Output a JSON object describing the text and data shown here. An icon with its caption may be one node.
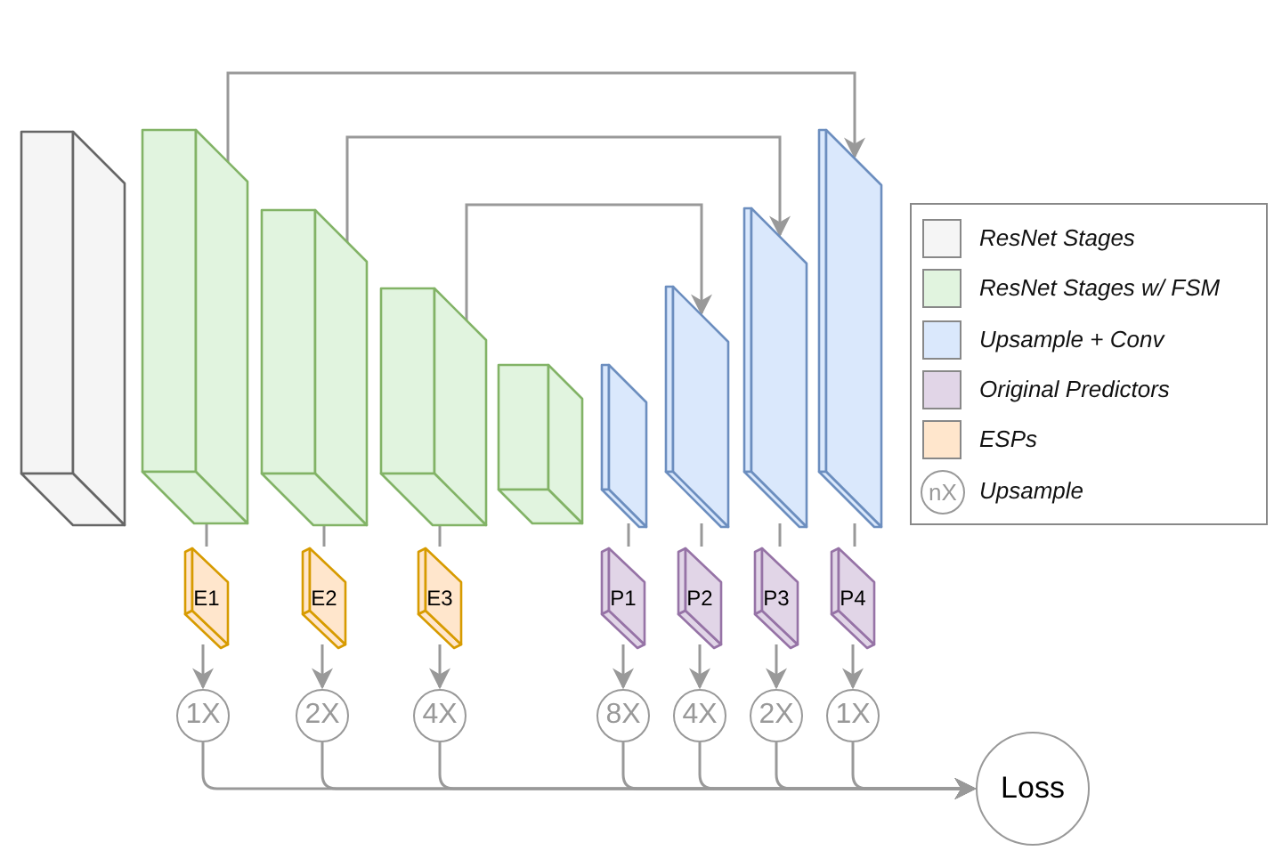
{
  "diagram": {
    "nodes": [
      {
        "text": [],
        "shape": "box"
      },
      {
        "text": [],
        "shape": "box"
      },
      {
        "text": [],
        "shape": "box"
      },
      {
        "text": [],
        "shape": "box"
      },
      {
        "text": [],
        "shape": "box"
      },
      {
        "text": [],
        "shape": "box"
      },
      {
        "text": [],
        "shape": "box"
      },
      {
        "text": [],
        "shape": "box"
      },
      {
        "text": [],
        "shape": "box"
      },
      {
        "text": [
          "E1"
        ]
      },
      {
        "text": [
          "E2"
        ]
      },
      {
        "text": [
          "E3"
        ]
      },
      {
        "text": [
          "P1"
        ]
      },
      {
        "text": [
          "P2"
        ]
      },
      {
        "text": [
          "P3"
        ]
      },
      {
        "text": [
          "P4"
        ]
      },
      {
        "text": [
          "1X"
        ]
      },
      {
        "text": [
          "2X"
        ]
      },
      {
        "text": [
          "4X"
        ]
      },
      {
        "text": [
          "8X"
        ]
      },
      {
        "text": [
          "4X"
        ]
      },
      {
        "text": [
          "2X"
        ]
      },
      {
        "text": [
          "1X"
        ]
      },
      {
        "text": [
          "Loss"
        ]
      }
    ],
    "edges": [
      {
        "from": 1,
        "to": 8,
        "arrow": "to"
      },
      {
        "from": 2,
        "to": 7,
        "arrow": "to"
      },
      {
        "from": 3,
        "to": 6,
        "arrow": "to"
      },
      {
        "from": 1,
        "to": 9,
        "arrow": "none"
      },
      {
        "from": 2,
        "to": 10,
        "arrow": "none"
      },
      {
        "from": 3,
        "to": 11,
        "arrow": "none"
      },
      {
        "from": 5,
        "to": 12,
        "arrow": "none"
      },
      {
        "from": 6,
        "to": 13,
        "arrow": "none"
      },
      {
        "from": 7,
        "to": 14,
        "arrow": "none"
      },
      {
        "from": 8,
        "to": 15,
        "arrow": "none"
      },
      {
        "from": 9,
        "to": 16,
        "arrow": "to"
      },
      {
        "from": 10,
        "to": 17,
        "arrow": "to"
      },
      {
        "from": 11,
        "to": 18,
        "arrow": "to"
      },
      {
        "from": 12,
        "to": 19,
        "arrow": "to"
      },
      {
        "from": 13,
        "to": 20,
        "arrow": "to"
      },
      {
        "from": 14,
        "to": 21,
        "arrow": "to"
      },
      {
        "from": 15,
        "to": 22,
        "arrow": "to"
      },
      {
        "from": 16,
        "to": 23,
        "arrow": "to"
      },
      {
        "from": 17,
        "to": 23,
        "arrow": "to"
      },
      {
        "from": 18,
        "to": 23,
        "arrow": "to"
      },
      {
        "from": 19,
        "to": 23,
        "arrow": "to"
      },
      {
        "from": 20,
        "to": 23,
        "arrow": "to"
      },
      {
        "from": 21,
        "to": 23,
        "arrow": "to"
      },
      {
        "from": 22,
        "to": 23,
        "arrow": "to"
      }
    ],
    "labels": [
      "nX"
    ],
    "legend": [
      {
        "text": "ResNet Stages",
        "color": "#f5f5f5"
      },
      {
        "text": "ResNet Stages w/ FSM",
        "color": "#e1f4df"
      },
      {
        "text": "Upsample + Conv",
        "color": "#dae8fc"
      },
      {
        "text": "Original Predictors",
        "color": "#e1d5e7"
      },
      {
        "text": "ESPs",
        "color": "#ffe6cc"
      },
      {
        "text": "Upsample"
      }
    ]
  }
}
